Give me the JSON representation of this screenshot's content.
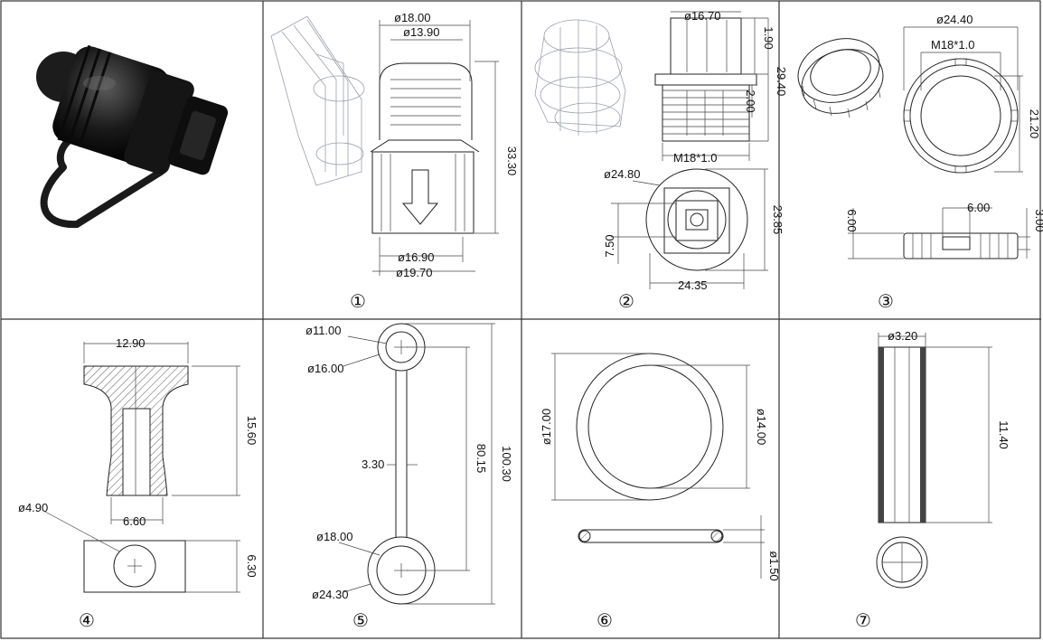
{
  "panels": {
    "p1": {
      "number": "①",
      "dims": [
        "ø18.00",
        "ø13.90",
        "33.30",
        "ø16.90",
        "ø19.70"
      ]
    },
    "p2": {
      "number": "②",
      "dims": [
        "ø16.70",
        "1.90",
        "29.40",
        "2.00",
        "M18*1.0",
        "ø24.80",
        "23.85",
        "7.50",
        "24.35"
      ]
    },
    "p3": {
      "number": "③",
      "dims": [
        "ø24.40",
        "M18*1.0",
        "21.20",
        "6.00",
        "6.00",
        "3.00"
      ]
    },
    "p4": {
      "number": "④",
      "dims": [
        "12.90",
        "15.60",
        "6.60",
        "ø4.90",
        "6.30"
      ]
    },
    "p5": {
      "number": "⑤",
      "dims": [
        "ø11.00",
        "ø16.00",
        "3.30",
        "80.15",
        "100.30",
        "ø18.00",
        "ø24.30"
      ]
    },
    "p6": {
      "number": "⑥",
      "dims": [
        "ø17.00",
        "ø14.00",
        "ø1.50"
      ]
    },
    "p7": {
      "number": "⑦",
      "dims": [
        "ø3.20",
        "11.40"
      ]
    }
  },
  "colors": {
    "grid": "#333333",
    "line": "#222222",
    "product": "#1a1a1a"
  }
}
